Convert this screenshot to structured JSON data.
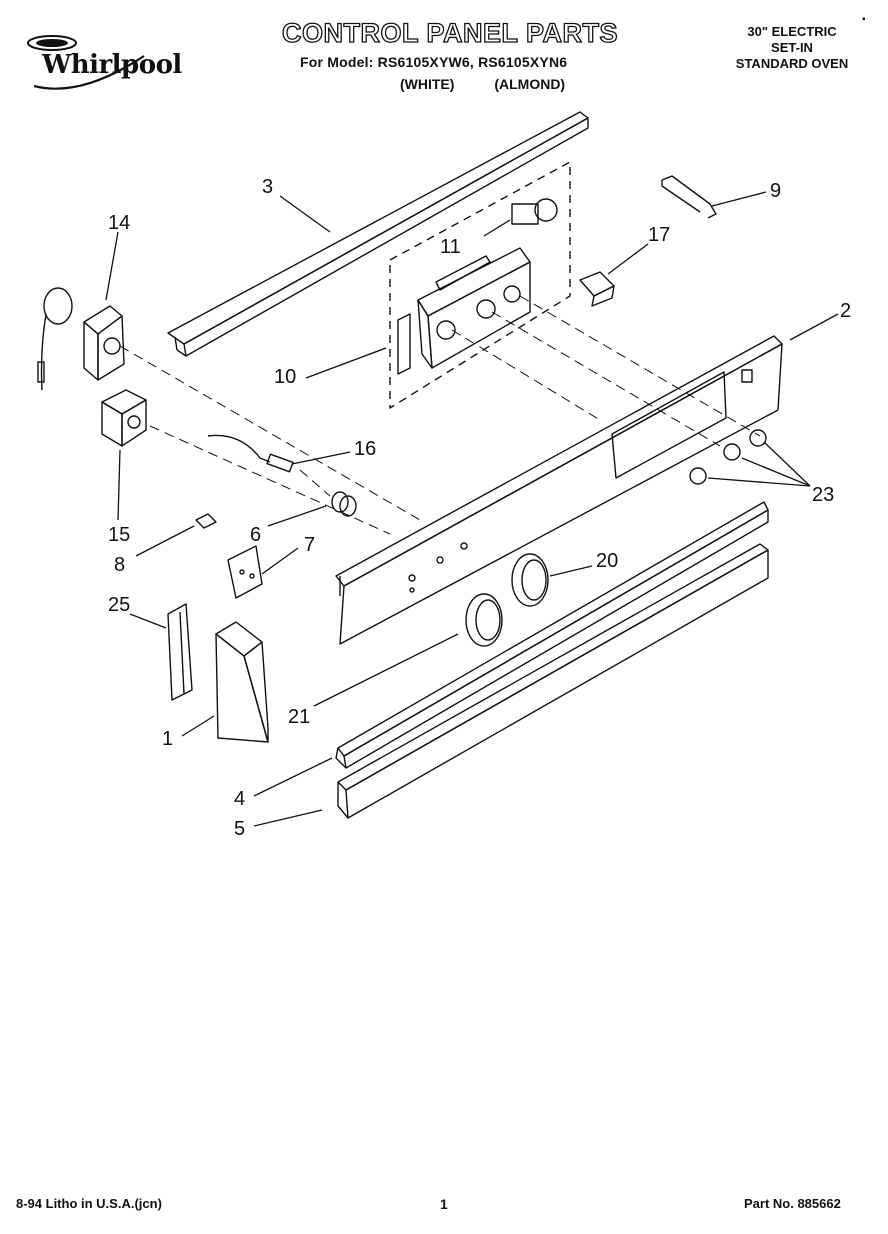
{
  "header": {
    "title": "CONTROL PANEL PARTS",
    "models_line": "For Model: RS6105XYW6, RS6105XYN6",
    "variant_white": "(WHITE)",
    "variant_almond": "(ALMOND)"
  },
  "brand": {
    "name": "Whirlpool"
  },
  "product": {
    "line1": "30\" ELECTRIC",
    "line2": "SET-IN",
    "line3": "STANDARD OVEN"
  },
  "callouts": {
    "c1": "1",
    "c2": "2",
    "c3": "3",
    "c4": "4",
    "c5": "5",
    "c6": "6",
    "c7": "7",
    "c8": "8",
    "c9": "9",
    "c10": "10",
    "c11": "11",
    "c14": "14",
    "c15": "15",
    "c16": "16",
    "c17": "17",
    "c20": "20",
    "c21": "21",
    "c23": "23",
    "c25": "25"
  },
  "footer": {
    "left": "8-94 Litho in U.S.A.(jcn)",
    "page": "1",
    "part_no": "Part No. 885662"
  },
  "colors": {
    "ink": "#111111",
    "paper": "#ffffff"
  }
}
